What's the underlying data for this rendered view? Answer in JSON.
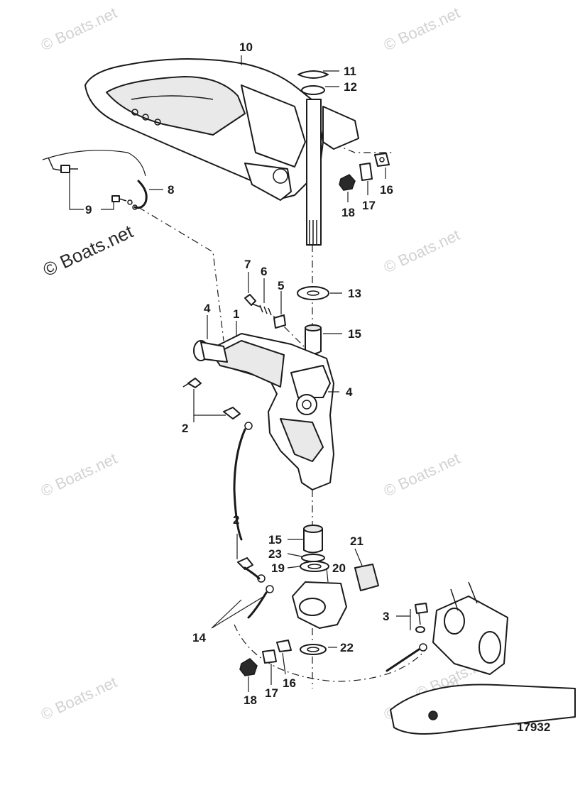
{
  "watermarks": [
    "© Boats.net",
    "© Boats.net",
    "© Boats.net",
    "© Boats.net",
    "© Boats.net",
    "© Boats.net",
    "© Boats.net",
    "© Boats.net",
    "© Boats.net"
  ],
  "callouts": {
    "c1": "1",
    "c2a": "2",
    "c2b": "2",
    "c3": "3",
    "c4a": "4",
    "c4b": "4",
    "c5": "5",
    "c6": "6",
    "c7": "7",
    "c8": "8",
    "c9": "9",
    "c10": "10",
    "c11": "11",
    "c12": "12",
    "c13": "13",
    "c14": "14",
    "c15a": "15",
    "c15b": "15",
    "c16a": "16",
    "c16b": "16",
    "c17a": "17",
    "c17b": "17",
    "c18a": "18",
    "c18b": "18",
    "c19": "19",
    "c20": "20",
    "c21": "21",
    "c22": "22",
    "c23": "23"
  },
  "figure_number": "17932"
}
